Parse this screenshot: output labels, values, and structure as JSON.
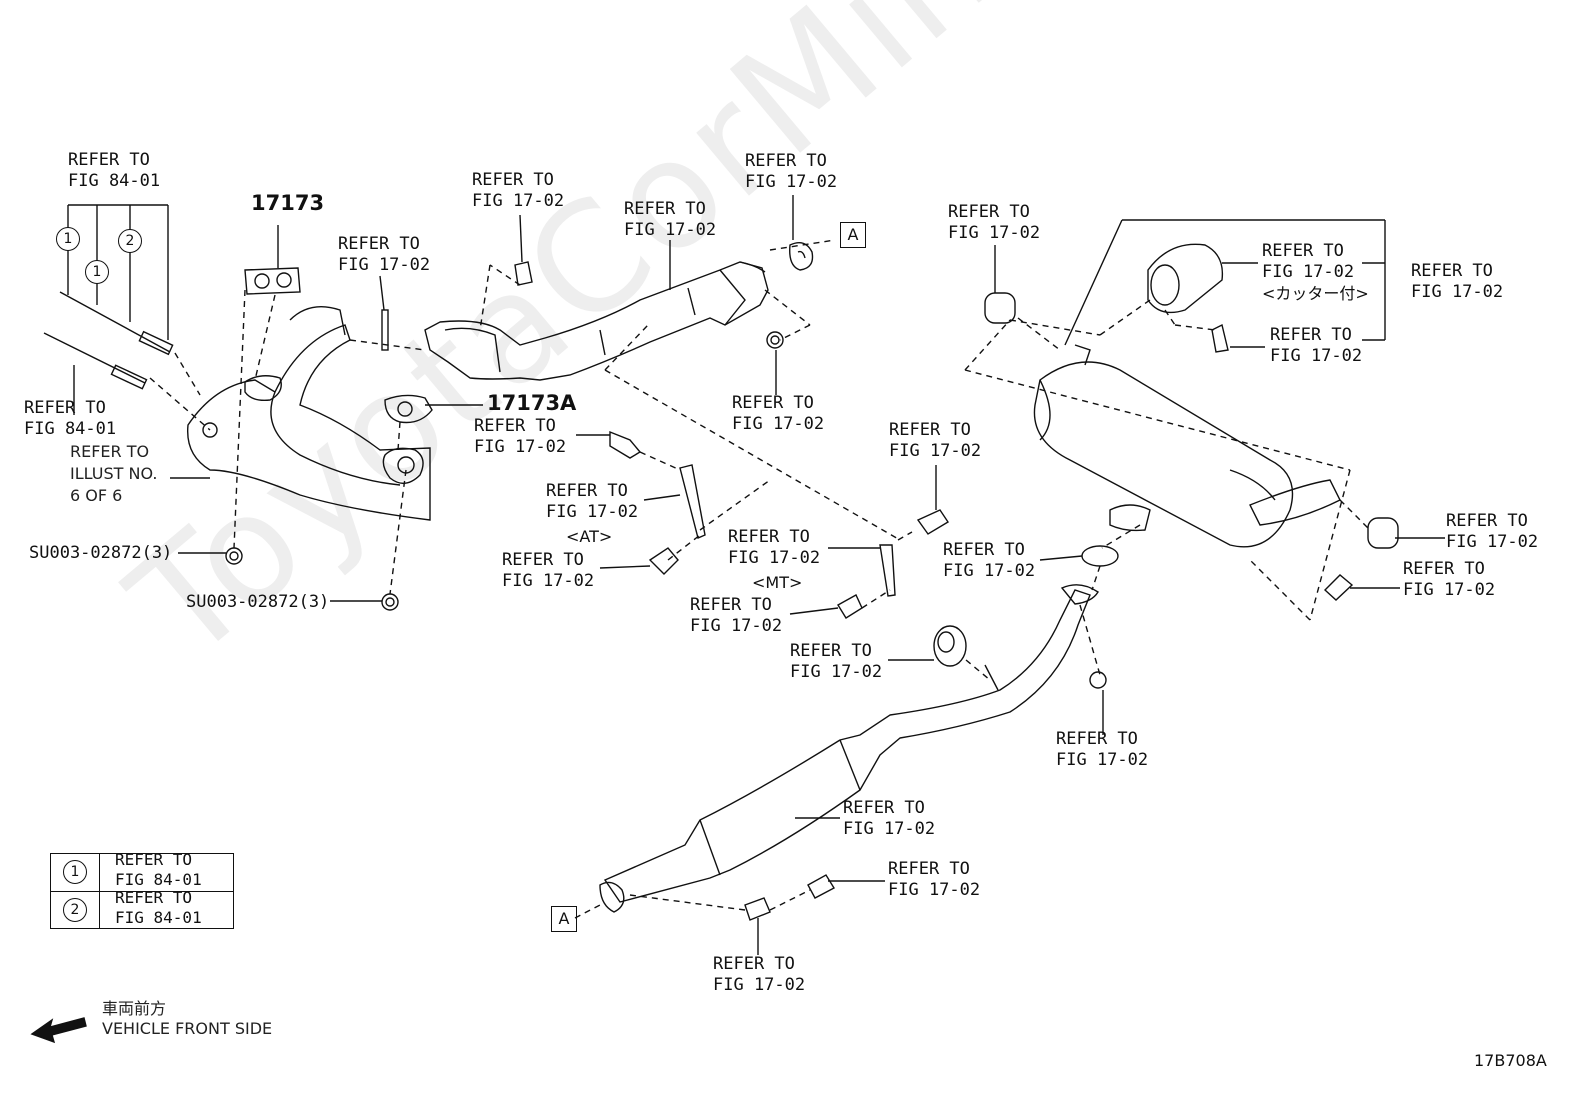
{
  "diagram": {
    "watermark": "ToyotaCorMine.ru",
    "figure_code": "17B708A",
    "refs": {
      "r84a": {
        "l1": "REFER TO",
        "l2": "FIG 84-01"
      },
      "r84b": {
        "l1": "REFER TO",
        "l2": "FIG 84-01"
      },
      "r_gasket_stud": {
        "l1": "REFER TO",
        "l2": "FIG 17-02"
      },
      "r_nut_top": {
        "l1": "REFER TO",
        "l2": "FIG 17-02"
      },
      "r_cat_pipe": {
        "l1": "REFER TO",
        "l2": "FIG 17-02"
      },
      "r_ring_top": {
        "l1": "REFER TO",
        "l2": "FIG 17-02"
      },
      "r_nut_mid": {
        "l1": "REFER TO",
        "l2": "FIG 17-02"
      },
      "r_bolt_left": {
        "l1": "REFER TO",
        "l2": "FIG 17-02"
      },
      "r_bracket_at": {
        "l1": "REFER TO",
        "l2": "FIG 17-02"
      },
      "r_bolt_at": {
        "l1": "REFER TO",
        "l2": "FIG 17-02"
      },
      "r_bracket_mt": {
        "l1": "REFER TO",
        "l2": "FIG 17-02"
      },
      "r_bolt_mt": {
        "l1": "REFER TO",
        "l2": "FIG 17-02"
      },
      "r_bolt_center": {
        "l1": "REFER TO",
        "l2": "FIG 17-02"
      },
      "r_hanger_top": {
        "l1": "REFER TO",
        "l2": "FIG 17-02"
      },
      "r_tip": {
        "l1": "REFER TO",
        "l2": "FIG 17-02"
      },
      "r_muffler": {
        "l1": "REFER TO",
        "l2": "FIG 17-02"
      },
      "r_screw_tip": {
        "l1": "REFER TO",
        "l2": "FIG 17-02"
      },
      "r_gasket_ring": {
        "l1": "REFER TO",
        "l2": "FIG 17-02"
      },
      "r_hanger_right": {
        "l1": "REFER TO",
        "l2": "FIG 17-02"
      },
      "r_bolt_right": {
        "l1": "REFER TO",
        "l2": "FIG 17-02"
      },
      "r_hanger_center": {
        "l1": "REFER TO",
        "l2": "FIG 17-02"
      },
      "r_nut_low": {
        "l1": "REFER TO",
        "l2": "FIG 17-02"
      },
      "r_center_pipe": {
        "l1": "REFER TO",
        "l2": "FIG 17-02"
      },
      "r_bolt_low": {
        "l1": "REFER TO",
        "l2": "FIG 17-02"
      },
      "r_stud_low": {
        "l1": "REFER TO",
        "l2": "FIG 17-02"
      }
    },
    "tip_note": "<カッター付>",
    "at_note": "<AT>",
    "mt_note": "<MT>",
    "part_17173": "17173",
    "part_17173A": "17173A",
    "illust_ref": {
      "l1": "REFER TO",
      "l2": "ILLUST NO.",
      "l3": "6 OF 6"
    },
    "nut_label_1": "SU003-02872(3)",
    "nut_label_2": "SU003-02872(3)",
    "box_a": "A",
    "circle_1": "1",
    "circle_2": "2",
    "legend": [
      {
        "num": "1",
        "l1": "REFER TO",
        "l2": "FIG 84-01"
      },
      {
        "num": "2",
        "l1": "REFER TO",
        "l2": "FIG 84-01"
      }
    ],
    "front_jp": "車両前方",
    "front_en": "VEHICLE FRONT SIDE"
  }
}
